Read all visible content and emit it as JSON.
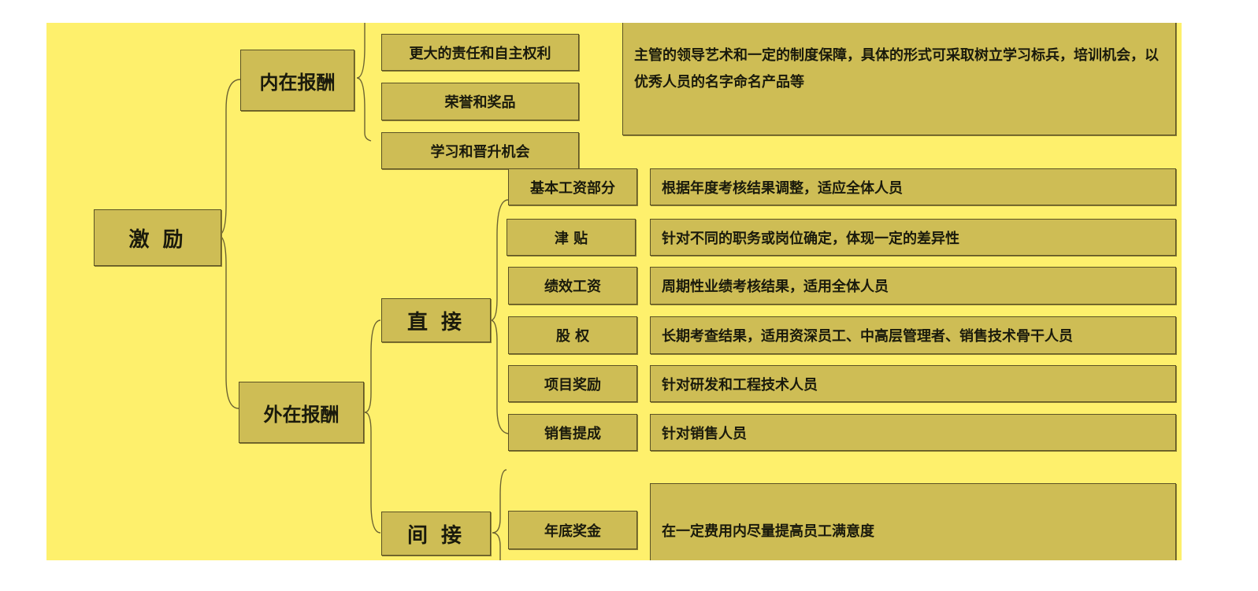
{
  "root": "激 励",
  "intrinsic": {
    "label": "内在报酬",
    "items": [
      "更大的责任和自主权利",
      "荣誉和奖品",
      "学习和晋升机会"
    ],
    "note": "主管的领导艺术和一定的制度保障，具体的形式可采取树立学习标兵，培训机会，以优秀人员的名字命名产品等"
  },
  "extrinsic": {
    "label": "外在报酬",
    "direct": {
      "label": "直 接",
      "items": [
        {
          "name": "基本工资部分",
          "desc": "根据年度考核结果调整，适应全体人员"
        },
        {
          "name": "津 贴",
          "desc": "针对不同的职务或岗位确定，体现一定的差异性"
        },
        {
          "name": "绩效工资",
          "desc": "周期性业绩考核结果，适用全体人员"
        },
        {
          "name": "股 权",
          "desc": "长期考查结果，适用资深员工、中高层管理者、销售技术骨干人员"
        },
        {
          "name": "项目奖励",
          "desc": "针对研发和工程技术人员"
        },
        {
          "name": "销售提成",
          "desc": "针对销售人员"
        }
      ]
    },
    "indirect": {
      "label": "间 接",
      "items": [
        {
          "name": "年底奖金",
          "desc": "在一定费用内尽量提高员工满意度"
        }
      ]
    }
  }
}
